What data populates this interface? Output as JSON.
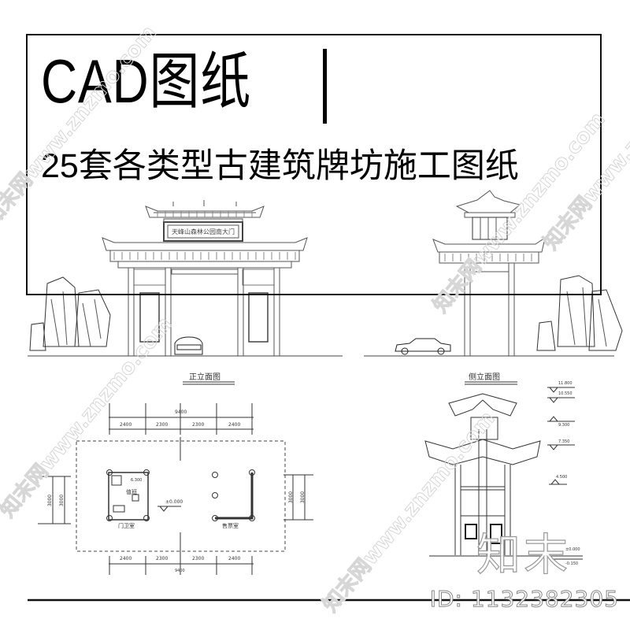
{
  "header": {
    "title": "CAD图纸",
    "subtitle": "25套各类型古建筑牌坊施工图纸"
  },
  "drawings": {
    "front_elevation": {
      "plaque_text": "天峰山森林公园南大门"
    },
    "plan_view": {
      "label": "正立面图",
      "top_dims": [
        "2400",
        "2300",
        "2300",
        "2400"
      ],
      "top_total": "9400",
      "bottom_dims": [
        "2400",
        "2300",
        "2300",
        "2400"
      ],
      "bottom_total": "9400",
      "left_dims": [
        "3000",
        "3000"
      ],
      "right_dims": [
        "3000",
        "3000"
      ],
      "level_mark": "±0.000",
      "room_left": "门卫室",
      "room_left_inner": "值班",
      "room_left_sub": "6.300",
      "room_right": "售票室"
    },
    "side_elevation": {
      "label": "侧立面图",
      "levels": [
        "11.800",
        "10.550",
        "9.300",
        "7.350",
        "4.500",
        "±0.000",
        "-0.150"
      ]
    }
  },
  "watermark": {
    "site": "知末网www.znzmo.com",
    "logo": "知末",
    "id_text": "ID: 1132382305"
  },
  "colors": {
    "line": "#111111",
    "drawing": "#555555",
    "watermark": "#d6d6d6",
    "background": "#ffffff"
  }
}
